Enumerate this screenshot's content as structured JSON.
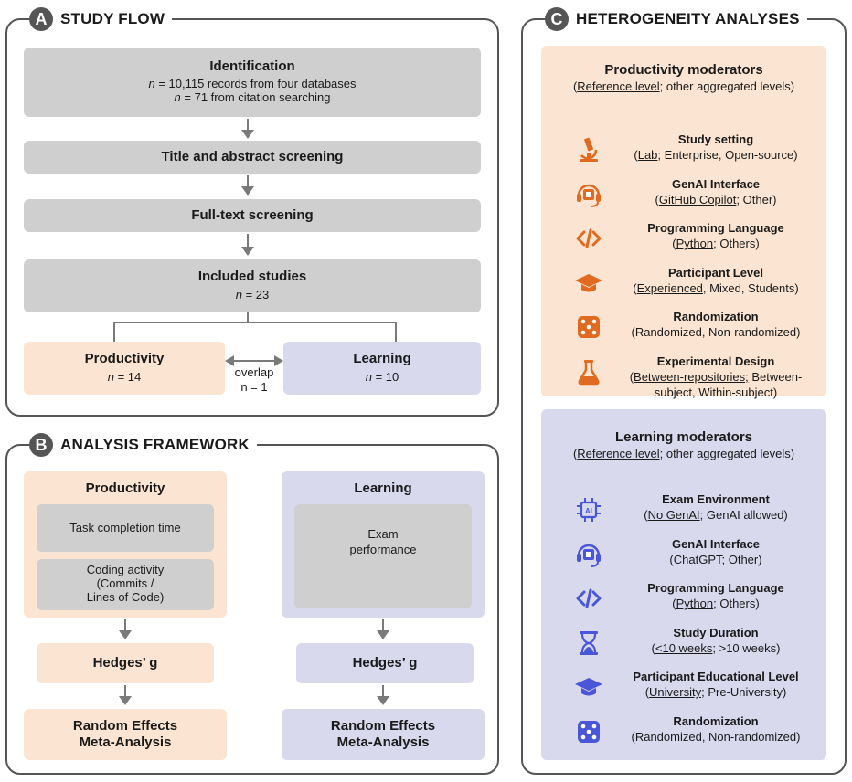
{
  "panel_a": {
    "letter": "A",
    "title": "STUDY FLOW",
    "identification": {
      "title": "Identification",
      "line1_n": "n",
      "line1_rest": " = 10,115 records from four databases",
      "line2_n": "n",
      "line2_rest": " = 71 from citation searching"
    },
    "title_screening": "Title and abstract screening",
    "fulltext_screening": "Full-text screening",
    "included": {
      "title": "Included studies",
      "n": "n",
      "rest": " = 23"
    },
    "productivity": {
      "title": "Productivity",
      "n": "n",
      "rest": " = 14"
    },
    "learning": {
      "title": "Learning",
      "n": "n",
      "rest": " = 10"
    },
    "overlap": {
      "line1": "overlap",
      "line2": "n = 1"
    }
  },
  "panel_b": {
    "letter": "B",
    "title": "ANALYSIS FRAMEWORK",
    "productivity": {
      "title": "Productivity",
      "item1": "Task completion time",
      "item2_l1": "Coding activity",
      "item2_l2": "(Commits /",
      "item2_l3": "Lines of Code)",
      "hedges": "Hedges’ g",
      "rem_l1": "Random Effects",
      "rem_l2": "Meta-Analysis"
    },
    "learning": {
      "title": "Learning",
      "item1_l1": "Exam",
      "item1_l2": "performance",
      "hedges": "Hedges’ g",
      "rem_l1": "Random Effects",
      "rem_l2": "Meta-Analysis"
    }
  },
  "panel_c": {
    "letter": "C",
    "title": "HETEROGENEITY ANALYSES",
    "productivity": {
      "title": "Productivity moderators",
      "legend_open": "(",
      "legend_ref": "Reference level",
      "legend_rest": "; other aggregated levels)",
      "rows": [
        {
          "icon": "microscope-icon",
          "title": "Study setting",
          "open": "(",
          "ref": "Lab",
          "rest": "; Enterprise, Open-source)",
          "rest2": ""
        },
        {
          "icon": "ai-headset-icon",
          "title": "GenAI Interface",
          "open": "(",
          "ref": "GitHub Copilot",
          "rest": "; Other)",
          "rest2": ""
        },
        {
          "icon": "code-icon",
          "title": "Programming Language",
          "open": "(",
          "ref": "Python",
          "rest": "; Others)",
          "rest2": ""
        },
        {
          "icon": "graduation-cap-icon",
          "title": "Participant Level",
          "open": "(",
          "ref": "Experienced",
          "rest": ", Mixed, Students)",
          "rest2": ""
        },
        {
          "icon": "dice-icon",
          "title": "Randomization",
          "open": "",
          "ref": "",
          "rest": "(Randomized, Non-randomized)",
          "rest2": ""
        },
        {
          "icon": "flask-icon",
          "title": "Experimental Design",
          "open": "(",
          "ref": "Between-repositories;",
          "rest": " Between-",
          "rest2": "subject, Within-subject)"
        }
      ]
    },
    "learning": {
      "title": "Learning moderators",
      "legend_open": "(",
      "legend_ref": "Reference level",
      "legend_rest": "; other aggregated levels)",
      "rows": [
        {
          "icon": "ai-chip-icon",
          "title": "Exam Environment",
          "open": "(",
          "ref": "No GenAI",
          "rest": "; GenAI allowed)"
        },
        {
          "icon": "ai-headset-icon",
          "title": "GenAI Interface",
          "open": "(",
          "ref": "ChatGPT",
          "rest": "; Other)"
        },
        {
          "icon": "code-icon",
          "title": "Programming Language",
          "open": "(",
          "ref": "Python",
          "rest": "; Others)"
        },
        {
          "icon": "hourglass-icon",
          "title": "Study Duration",
          "open": "(",
          "ref": "<10 weeks",
          "rest": "; >10 weeks)"
        },
        {
          "icon": "graduation-cap-icon",
          "title": "Participant Educational Level",
          "open": "(",
          "ref": "University",
          "rest": "; Pre-University)"
        },
        {
          "icon": "dice-icon",
          "title": "Randomization",
          "open": "",
          "ref": "",
          "rest": "(Randomized, Non-randomized)"
        }
      ]
    }
  },
  "colors": {
    "peach": "#fbe5d2",
    "lavender": "#d9d9ee",
    "gray_box": "#cfcfcf",
    "orange_icon": "#e06a1f",
    "blue_icon": "#4a56d8"
  }
}
